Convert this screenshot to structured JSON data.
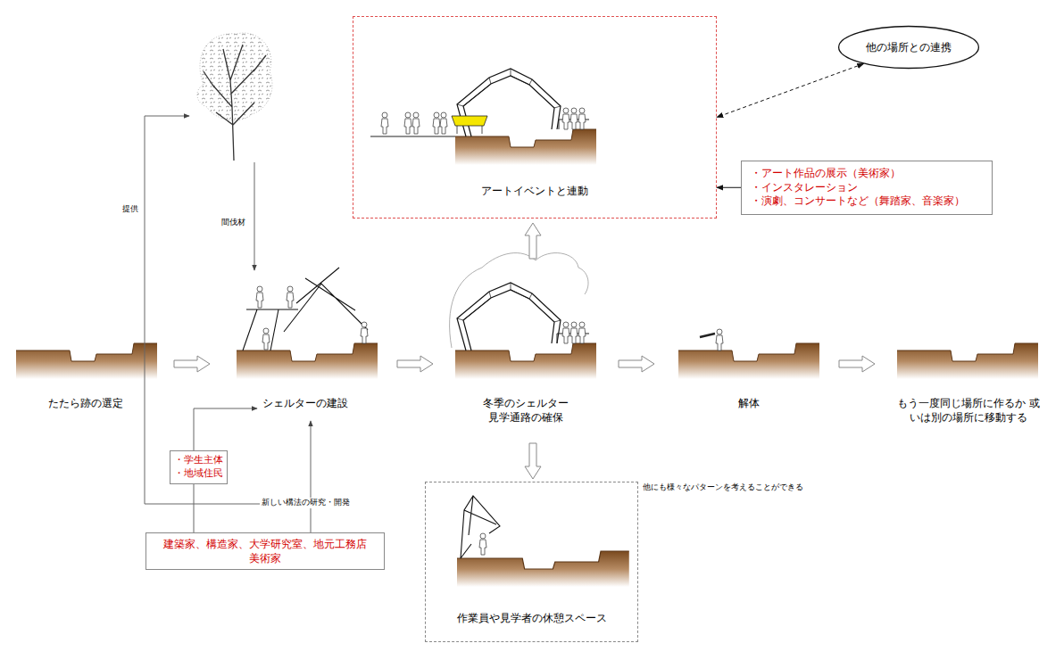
{
  "diagram": {
    "nodes": [
      {
        "text": [
          "アートイベントと連動"
        ]
      },
      {
        "text": [
          "他の場所との連携"
        ]
      },
      {
        "text": [
          "・アート作品の展示（美術家）",
          "・インスタレーション",
          "・演劇、コンサートなど（舞踏家、音楽家）"
        ]
      },
      {
        "text": [
          "・学生主体",
          "・地域住民"
        ]
      },
      {
        "text": [
          "作業員や見学者の休憩スペース"
        ]
      },
      {
        "text": [
          "建築家、構造家、大学研究室、地元工務店 美術家"
        ]
      }
    ],
    "edges": [
      {
        "from": 1,
        "to": 0,
        "arrow": "both"
      },
      {
        "from": 2,
        "to": 0,
        "arrow": "to"
      }
    ],
    "labels": [
      "たたら跡の選定",
      "シェルターの建設",
      "冬季のシェルター 見学通路の確保",
      "解体",
      "もう一度同じ場所に作るか 或いは別の場所に移動する",
      "提供",
      "間伐材",
      "新しい構法の研究・開発",
      "他にも様々なパターンを考えることができる"
    ]
  }
}
